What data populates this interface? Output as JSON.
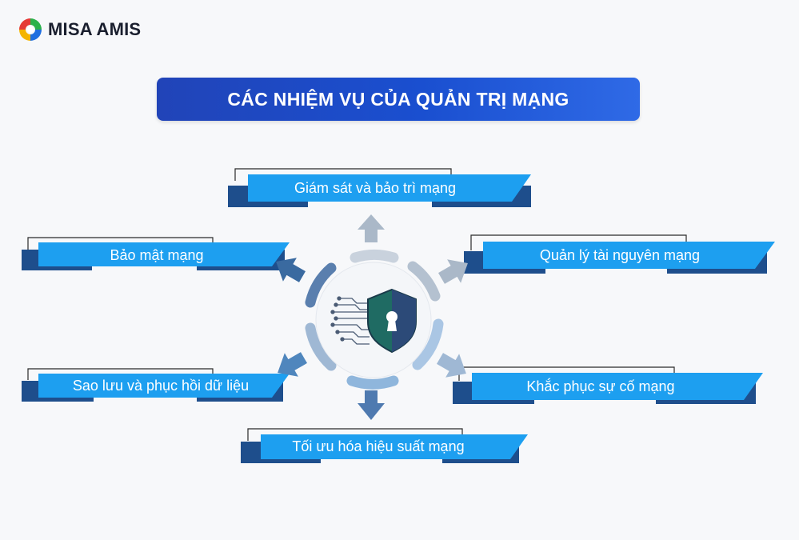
{
  "logo": {
    "text": "MISA AMIS"
  },
  "title": "CÁC NHIỆM VỤ CỦA QUẢN TRỊ MẠNG",
  "center_icon": "shield-keyhole-icon",
  "tasks": [
    {
      "label": "Giám sát và bảo trì mạng"
    },
    {
      "label": "Bảo mật mạng"
    },
    {
      "label": "Quản lý tài nguyên mạng"
    },
    {
      "label": "Sao lưu và phục hồi dữ liệu"
    },
    {
      "label": "Khắc phục sự cố mạng"
    },
    {
      "label": "Tối ưu hóa hiệu suất mạng"
    }
  ],
  "colors": {
    "title_bg": "#1a4fd0",
    "banner_light": "#1d9ff0",
    "banner_dark": "#1e4e8c",
    "arrow_top": "#aab8c8",
    "arrow_mid": "#3a6aa0",
    "ring": "#9fb8d4"
  }
}
